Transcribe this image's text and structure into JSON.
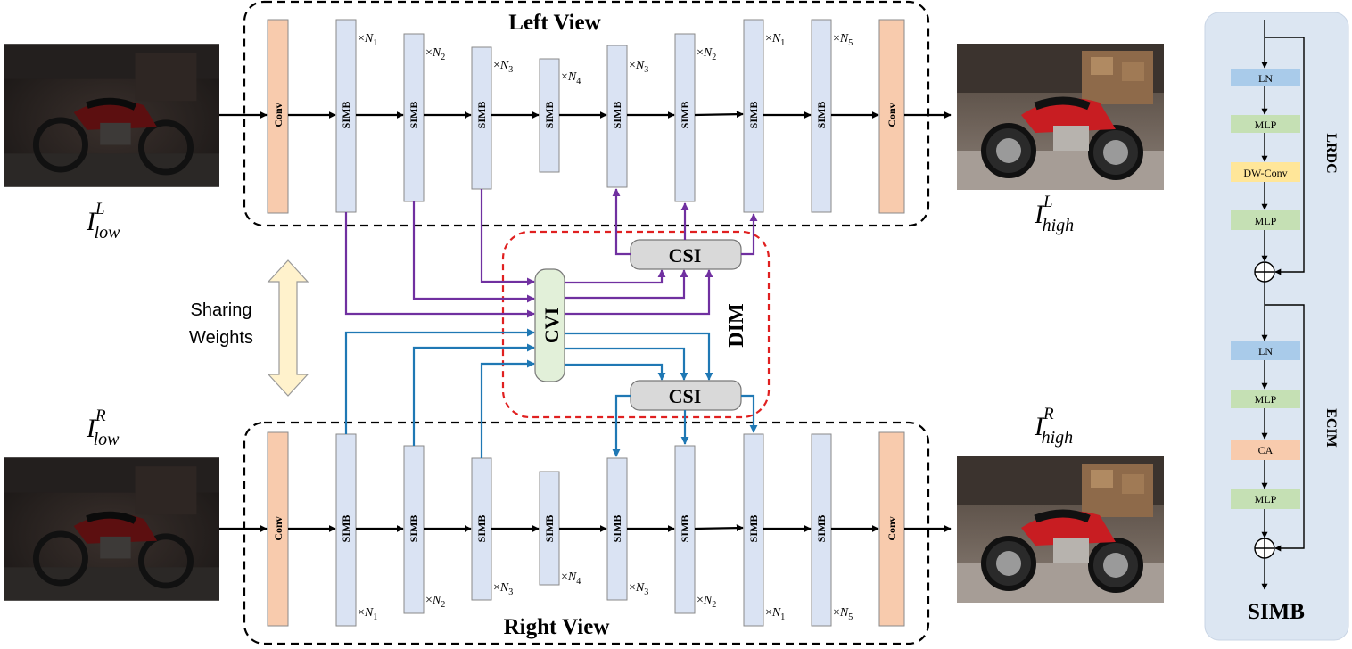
{
  "left_view": {
    "title": "Left View",
    "input_label": {
      "base": "I",
      "sup": "L",
      "sub": "low"
    },
    "output_label": {
      "base": "I",
      "sup": "L",
      "sub": "high"
    },
    "blocks": [
      "Conv",
      "SIMB",
      "SIMB",
      "SIMB",
      "SIMB",
      "SIMB",
      "SIMB",
      "SIMB",
      "SIMB",
      "Conv"
    ],
    "repeats": [
      {
        "times": "×",
        "base": "N",
        "sub": "1"
      },
      {
        "times": "×",
        "base": "N",
        "sub": "2"
      },
      {
        "times": "×",
        "base": "N",
        "sub": "3"
      },
      {
        "times": "×",
        "base": "N",
        "sub": "4"
      },
      {
        "times": "×",
        "base": "N",
        "sub": "3"
      },
      {
        "times": "×",
        "base": "N",
        "sub": "2"
      },
      {
        "times": "×",
        "base": "N",
        "sub": "1"
      },
      {
        "times": "×",
        "base": "N",
        "sub": "5"
      }
    ]
  },
  "right_view": {
    "title": "Right View",
    "input_label": {
      "base": "I",
      "sup": "R",
      "sub": "low"
    },
    "output_label": {
      "base": "I",
      "sup": "R",
      "sub": "high"
    },
    "blocks": [
      "Conv",
      "SIMB",
      "SIMB",
      "SIMB",
      "SIMB",
      "SIMB",
      "SIMB",
      "SIMB",
      "SIMB",
      "Conv"
    ],
    "repeats": [
      {
        "times": "×",
        "base": "N",
        "sub": "1"
      },
      {
        "times": "×",
        "base": "N",
        "sub": "2"
      },
      {
        "times": "×",
        "base": "N",
        "sub": "3"
      },
      {
        "times": "×",
        "base": "N",
        "sub": "4"
      },
      {
        "times": "×",
        "base": "N",
        "sub": "3"
      },
      {
        "times": "×",
        "base": "N",
        "sub": "2"
      },
      {
        "times": "×",
        "base": "N",
        "sub": "1"
      },
      {
        "times": "×",
        "base": "N",
        "sub": "5"
      }
    ]
  },
  "dim": {
    "label": "DIM",
    "cvi": "CVI",
    "csi_top": "CSI",
    "csi_bottom": "CSI"
  },
  "sharing": {
    "line1": "Sharing",
    "line2": "Weights"
  },
  "simb_panel": {
    "title": "SIMB",
    "lrdc": {
      "label": "LRDC",
      "blocks": [
        "LN",
        "MLP",
        "DW-Conv",
        "MLP"
      ]
    },
    "ecim": {
      "label": "ECIM",
      "blocks": [
        "LN",
        "MLP",
        "CA",
        "MLP"
      ]
    }
  },
  "colors": {
    "conv": "#F8CBAD",
    "simb": "#DAE3F3",
    "cvi": "#E2F0D9",
    "csi": "#D9D9D9",
    "purple": "#7030A0",
    "blue": "#1F78B4",
    "dim_border": "#E02020",
    "panel": "#DCE6F2",
    "ln": "#A9CBEA",
    "mlp": "#C5E0B4",
    "dwconv": "#FFE699",
    "ca": "#F8CBAD",
    "arrow_body": "#FFF2CC"
  }
}
